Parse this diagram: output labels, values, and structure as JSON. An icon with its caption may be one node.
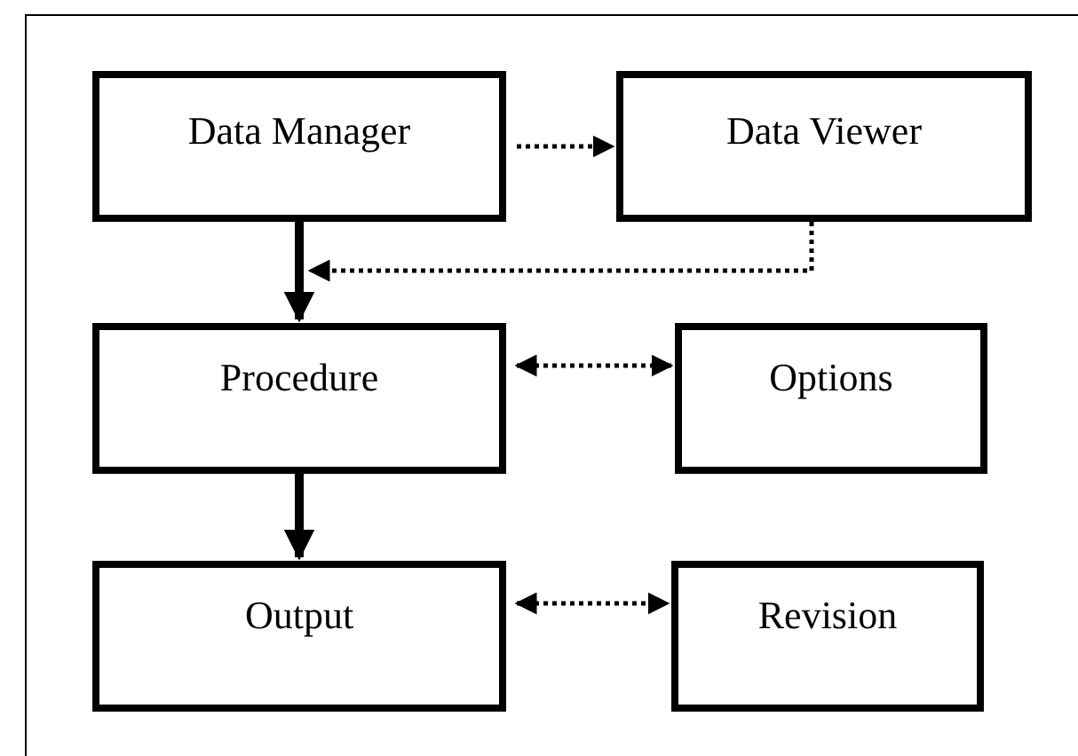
{
  "diagram": {
    "nodes": [
      {
        "text": [
          "Data Manager"
        ]
      },
      {
        "text": [
          "Data Viewer"
        ]
      },
      {
        "text": [
          "Procedure"
        ]
      },
      {
        "text": [
          "Options"
        ]
      },
      {
        "text": [
          "Output"
        ]
      },
      {
        "text": [
          "Revision"
        ]
      }
    ],
    "edges": [
      {
        "from": 0,
        "to": 1,
        "arrow": "to",
        "style": "dashed"
      },
      {
        "from": 1,
        "to": 2,
        "arrow": "to",
        "style": "dashed"
      },
      {
        "from": 0,
        "to": 2,
        "arrow": "to",
        "style": "thick"
      },
      {
        "from": 2,
        "to": 3,
        "arrow": "both",
        "style": "dashed"
      },
      {
        "from": 2,
        "to": 4,
        "arrow": "to",
        "style": "thick"
      },
      {
        "from": 4,
        "to": 5,
        "arrow": "both",
        "style": "dashed"
      }
    ]
  }
}
